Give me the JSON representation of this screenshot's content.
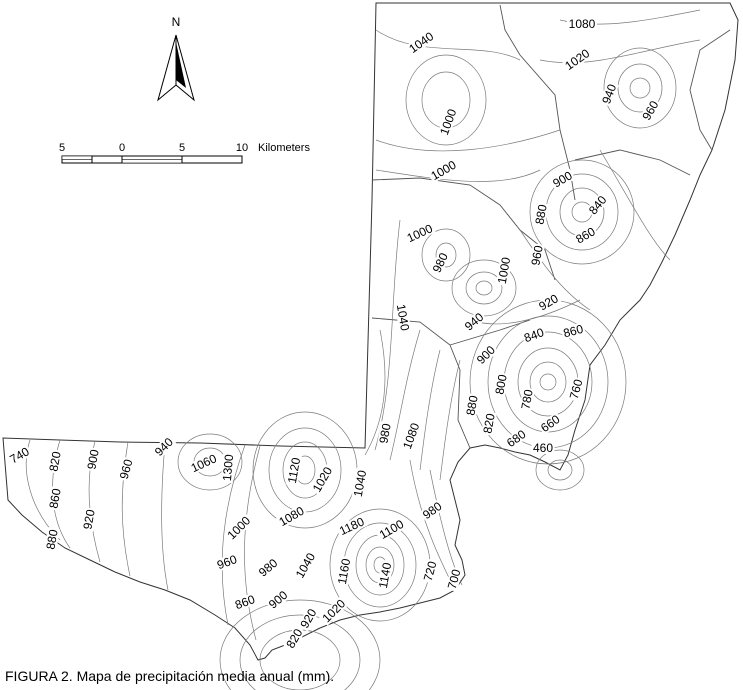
{
  "caption": "FIGURA 2. Mapa de precipitación media anual (mm).",
  "north_arrow": {
    "label": "N"
  },
  "scale_bar": {
    "ticks": [
      "5",
      "0",
      "5",
      "10"
    ],
    "unit": "Kilometers"
  },
  "contour_labels": [
    "1040",
    "1080",
    "1020",
    "940",
    "960",
    "1000",
    "1000",
    "900",
    "840",
    "880",
    "860",
    "1000",
    "980",
    "1000",
    "960",
    "920",
    "1040",
    "940",
    "900",
    "840",
    "860",
    "800",
    "760",
    "780",
    "880",
    "820",
    "680",
    "660",
    "460",
    "740",
    "820",
    "900",
    "960",
    "940",
    "1060",
    "1300",
    "1120",
    "1020",
    "980",
    "1080",
    "1040",
    "860",
    "920",
    "880",
    "1000",
    "1080",
    "1180",
    "1100",
    "980",
    "960",
    "980",
    "1040",
    "1160",
    "1140",
    "720",
    "700",
    "860",
    "900",
    "920",
    "1020",
    "820"
  ],
  "colors": {
    "contour": "#7a7a7a",
    "border": "#333333",
    "text": "#000000"
  }
}
